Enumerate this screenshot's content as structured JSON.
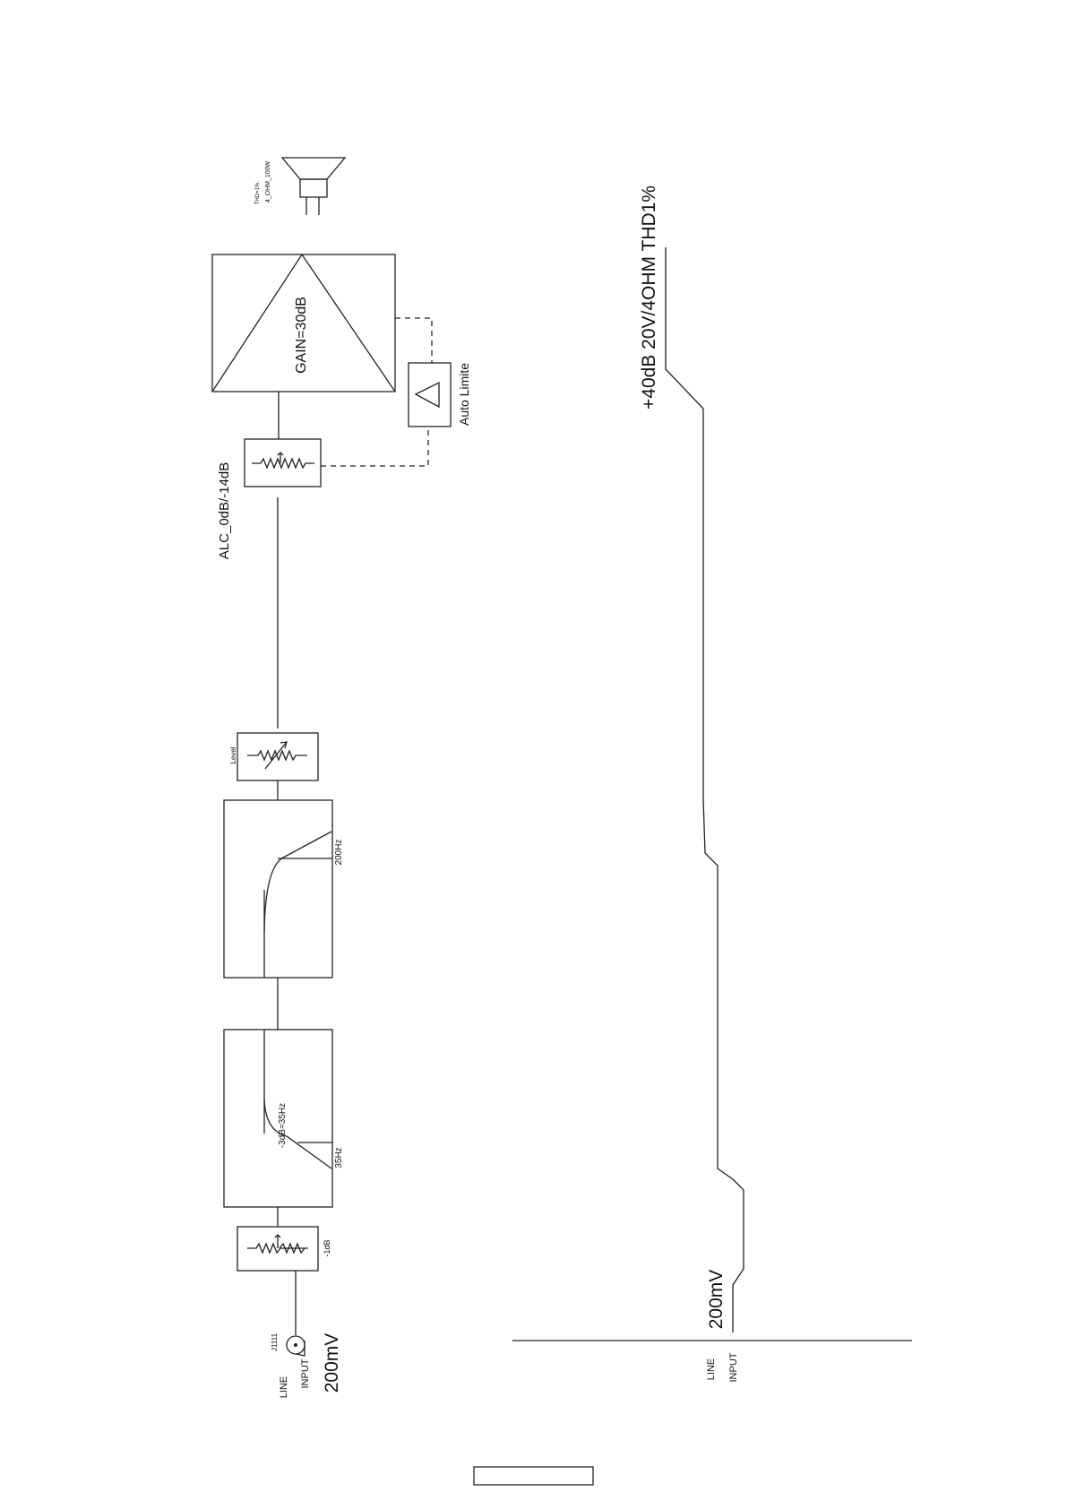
{
  "block_diagram": {
    "input": {
      "line_label": "LINE",
      "input_label": "INPUT",
      "connector_ref": "J1111",
      "level": "200mV"
    },
    "input_attenuator": {
      "label": "-1dB"
    },
    "high_pass_filter": {
      "cutoff_label": "-3dB=35Hz",
      "freq_label": "35Hz"
    },
    "low_pass_filter": {
      "freq_label": "200Hz"
    },
    "level_control": {
      "label": "Level"
    },
    "alc": {
      "label": "ALC_0dB/-14dB"
    },
    "amplifier": {
      "gain_label": "GAIN=30dB"
    },
    "limiter": {
      "label": "Auto Limite"
    },
    "speaker": {
      "impedance_power": "4_OHM_100W",
      "thd": "THD=1%"
    }
  },
  "level_diagram": {
    "start_level": "200mV",
    "end_level": "+40dB 20V/4OHM THD1%",
    "baseline_line_label": "LINE",
    "baseline_input_label": "INPUT"
  },
  "page_footer": {
    "box_text": ""
  }
}
